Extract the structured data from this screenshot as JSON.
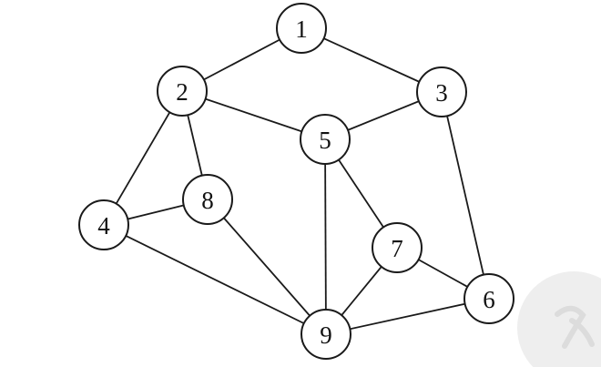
{
  "graph": {
    "nodes": [
      {
        "id": "1",
        "label": "1"
      },
      {
        "id": "2",
        "label": "2"
      },
      {
        "id": "3",
        "label": "3"
      },
      {
        "id": "4",
        "label": "4"
      },
      {
        "id": "5",
        "label": "5"
      },
      {
        "id": "6",
        "label": "6"
      },
      {
        "id": "7",
        "label": "7"
      },
      {
        "id": "8",
        "label": "8"
      },
      {
        "id": "9",
        "label": "9"
      }
    ],
    "edges": [
      [
        "1",
        "2"
      ],
      [
        "1",
        "3"
      ],
      [
        "2",
        "5"
      ],
      [
        "2",
        "4"
      ],
      [
        "2",
        "8"
      ],
      [
        "3",
        "5"
      ],
      [
        "3",
        "6"
      ],
      [
        "4",
        "8"
      ],
      [
        "4",
        "9"
      ],
      [
        "8",
        "9"
      ],
      [
        "5",
        "9"
      ],
      [
        "5",
        "7"
      ],
      [
        "7",
        "9"
      ],
      [
        "7",
        "6"
      ],
      [
        "6",
        "9"
      ]
    ]
  },
  "colors": {
    "stroke": "#1a1a1a",
    "node_fill": "#ffffff",
    "background": "#ffffff"
  }
}
